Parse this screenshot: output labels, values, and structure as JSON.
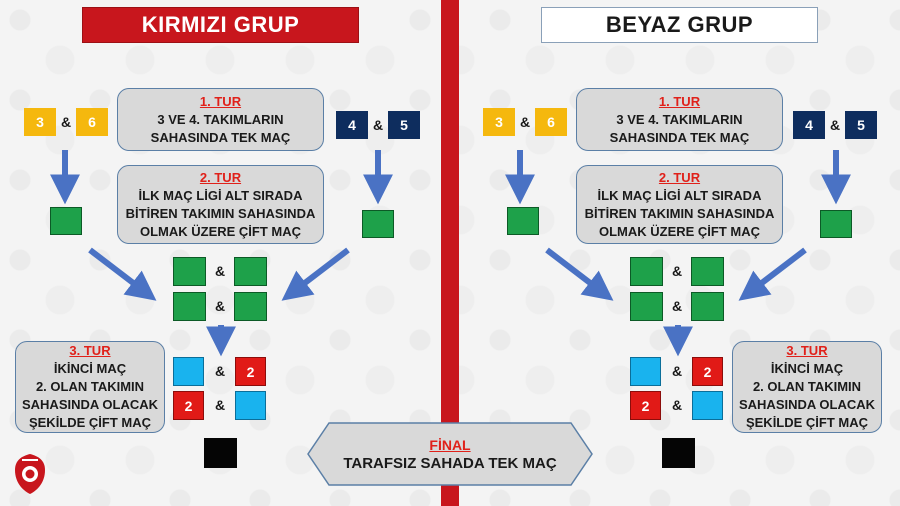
{
  "left_group": {
    "title": "KIRMIZI GRUP",
    "round1": {
      "header": "1. TUR",
      "line1": "3 VE 4. TAKIMLARIN",
      "line2": "SAHASINDA TEK MAÇ"
    },
    "round2": {
      "header": "2. TUR",
      "line1": "İLK MAÇ LİGİ ALT SIRADA",
      "line2": "BİTİREN TAKIMIN SAHASINDA",
      "line3": "OLMAK ÜZERE ÇİFT MAÇ"
    },
    "round3": {
      "header": "3. TUR",
      "line1": "İKİNCİ MAÇ",
      "line2": "2. OLAN TAKIMIN",
      "line3": "SAHASINDA OLACAK",
      "line4": "ŞEKİLDE ÇİFT MAÇ"
    },
    "seeds": {
      "a": "3",
      "b": "6",
      "c": "4",
      "d": "5",
      "second": "2"
    }
  },
  "right_group": {
    "title": "BEYAZ GRUP",
    "round1": {
      "header": "1. TUR",
      "line1": "3 VE 4. TAKIMLARIN",
      "line2": "SAHASINDA TEK MAÇ"
    },
    "round2": {
      "header": "2. TUR",
      "line1": "İLK MAÇ LİGİ ALT SIRADA",
      "line2": "BİTİREN TAKIMIN SAHASINDA",
      "line3": "OLMAK ÜZERE ÇİFT MAÇ"
    },
    "round3": {
      "header": "3. TUR",
      "line1": "İKİNCİ MAÇ",
      "line2": "2. OLAN TAKIMIN",
      "line3": "SAHASINDA OLACAK",
      "line4": "ŞEKİLDE ÇİFT MAÇ"
    },
    "seeds": {
      "a": "3",
      "b": "6",
      "c": "4",
      "d": "5",
      "second": "2"
    }
  },
  "ampersand": "&",
  "final": {
    "header": "FİNAL",
    "text": "TARAFSIZ SAHADA TEK MAÇ"
  },
  "colors": {
    "red_group": "#c8161d",
    "yellow_seed": "#f5b80e",
    "navy_seed": "#0e2d5e",
    "winner_green": "#1ea14a",
    "cyan_team": "#19b3ee",
    "runner_up_red": "#e11a17",
    "finalist_black": "#050505",
    "arrow_blue": "#4a72c4",
    "info_box": "#d9d9d9"
  },
  "icons": {
    "logo": "tff-logo-icon",
    "arrow": "arrow-icon"
  }
}
